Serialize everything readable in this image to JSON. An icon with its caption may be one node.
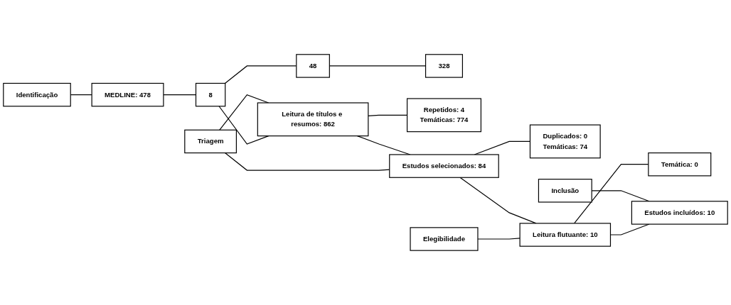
{
  "diagram": {
    "nodes": [
      {
        "text": [
          "Identificação"
        ]
      },
      {
        "text": [
          "MEDLINE: 478"
        ]
      },
      {
        "text": [
          "8"
        ]
      },
      {
        "text": [
          "48"
        ]
      },
      {
        "text": [
          "328"
        ]
      },
      {
        "text": [
          "Triagem"
        ]
      },
      {
        "text": [
          "Leitura de títulos e resumos: 862"
        ]
      },
      {
        "text": [
          "Repetidos: 4",
          "Temáticas: 774"
        ]
      },
      {
        "text": [
          "Estudos selecionados: 84"
        ]
      },
      {
        "text": [
          "Duplicados: 0",
          "Temáticas: 74"
        ]
      },
      {
        "text": [
          "Elegibilidade"
        ]
      },
      {
        "text": [
          "Leitura flutuante: 10"
        ]
      },
      {
        "text": [
          "Temática: 0"
        ]
      },
      {
        "text": [
          "Inclusão"
        ]
      },
      {
        "text": [
          "Estudos incluídos: 10"
        ]
      }
    ],
    "edges": [
      {
        "from": 0,
        "to": 1,
        "arrow": "none"
      },
      {
        "from": 1,
        "to": 2,
        "arrow": "none"
      },
      {
        "from": 2,
        "to": 3,
        "arrow": "none"
      },
      {
        "from": 3,
        "to": 4,
        "arrow": "none"
      },
      {
        "from": 2,
        "to": 6,
        "arrow": "none"
      },
      {
        "from": 5,
        "to": 6,
        "arrow": "none"
      },
      {
        "from": 5,
        "to": 8,
        "arrow": "none"
      },
      {
        "from": 6,
        "to": 8,
        "arrow": "none"
      },
      {
        "from": 6,
        "to": 7,
        "arrow": "none"
      },
      {
        "from": 10,
        "to": 11,
        "arrow": "none"
      },
      {
        "from": 8,
        "to": 11,
        "arrow": "none"
      },
      {
        "from": 8,
        "to": 9,
        "arrow": "none"
      },
      {
        "from": 11,
        "to": 14,
        "arrow": "none"
      },
      {
        "from": 11,
        "to": 12,
        "arrow": "none"
      },
      {
        "from": 13,
        "to": 14,
        "arrow": "none"
      }
    ]
  }
}
